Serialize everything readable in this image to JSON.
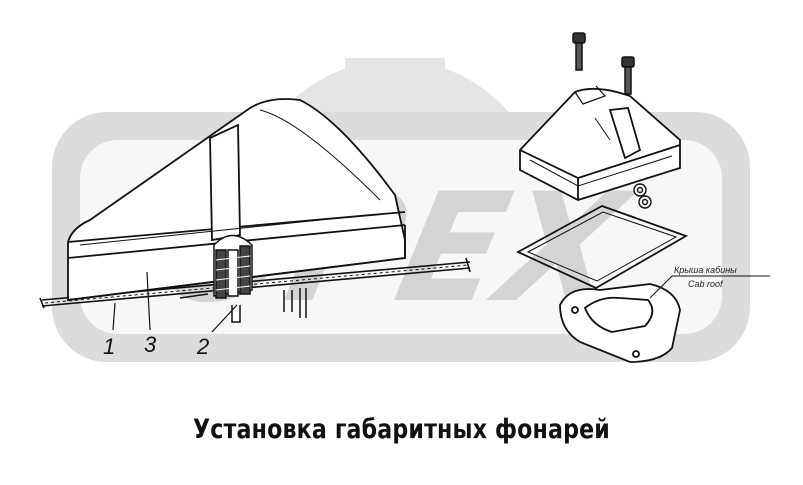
{
  "title": "Установка габаритных фонарей",
  "callouts": {
    "c1": "1",
    "c2": "2",
    "c3": "3"
  },
  "roof_label": {
    "ru": "Крыша кабины",
    "en": "Cab roof"
  },
  "watermark": {
    "text": "OPEX",
    "color": "#e6e6e6"
  },
  "colors": {
    "line": "#111111",
    "watermark": "#e4e4e4",
    "background": "#ffffff"
  }
}
